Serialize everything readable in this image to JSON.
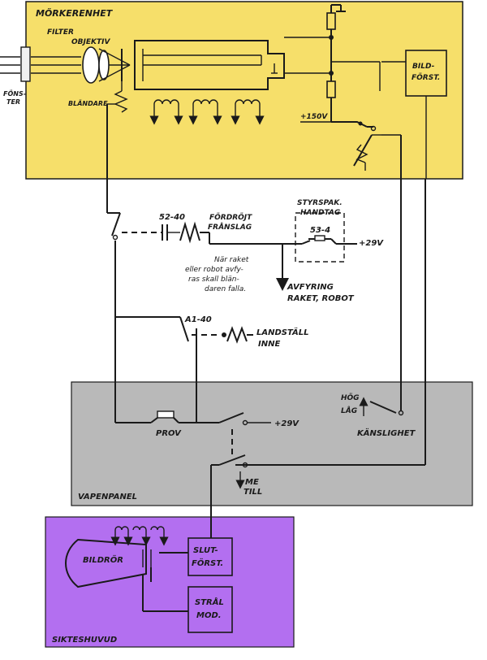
{
  "colors": {
    "mork_panel": "#f6df6a",
    "vapen_panel": "#b9b9b9",
    "sikte_panel": "#b36ff0",
    "ink": "#1a1a1a"
  },
  "mork": {
    "title": "MÖRKERENHET",
    "filter": "FILTER",
    "objektiv": "OBJEKTIV",
    "fonster_1": "FÖNS-",
    "fonster_2": "TER",
    "blandare": "BLÄNDARE",
    "voltage": "+150V",
    "bild_1": "BILD-",
    "bild_2": "FÖRST."
  },
  "middle": {
    "relay_1": "52-40",
    "fordrojt_1": "FÖRDRÖJT",
    "fordrojt_2": "FRÅNSLAG",
    "styr_1": "STYRSPAK.",
    "styr_2": "HANDTAG",
    "styr_switch": "53-4",
    "v29_top": "+29V",
    "note_1": "När raket",
    "note_2": "eller robot avfy-",
    "note_3": "ras skall blän-",
    "note_4": "daren falla.",
    "avfyring_1": "AVFYRING",
    "avfyring_2": "RAKET, ROBOT",
    "relay_2": "A1-40",
    "landstall_1": "LANDSTÄLL",
    "landstall_2": "INNE"
  },
  "vapen": {
    "title": "VAPENPANEL",
    "hog": "HÖG",
    "lag": "LÅG",
    "kanslighet": "KÄNSLIGHET",
    "prov": "PROV",
    "v29": "+29V",
    "me_1": "ME",
    "me_2": "TILL"
  },
  "sikte": {
    "title": "SIKTESHUVUD",
    "bildror": "BILDRÖR",
    "slut_1": "SLUT-",
    "slut_2": "FÖRST.",
    "stral_1": "STRÅL",
    "stral_2": "MOD."
  }
}
